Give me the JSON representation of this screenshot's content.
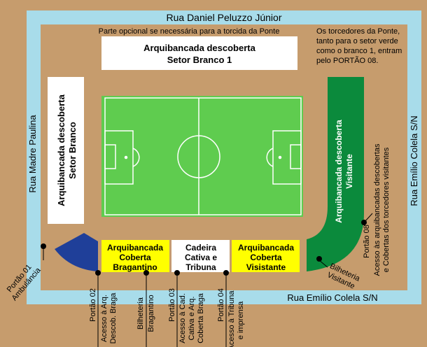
{
  "colors": {
    "background": "#c69c6d",
    "street": "#a8dcea",
    "pitch": "#5fcc4f",
    "green_stand": "#0b8a3c",
    "blue_stand": "#1f3f99",
    "yellow_stand": "#ffff00",
    "white_stand": "#ffffff"
  },
  "streets": {
    "top": "Rua Daniel Peluzzo Júnior",
    "left": "Rua Madre Paulina",
    "right": "Rua Emílio Colela S/N",
    "bottom": "Rua Emílio Colela S/N"
  },
  "notes": {
    "optional": "Parte opcional se necessária para a torcida da Ponte",
    "ponte": [
      "Os torcedores da Ponte,",
      "tanto para o setor verde",
      "como o branco 1, entram",
      "pelo PORTÃO 08."
    ]
  },
  "stands": {
    "top_white": [
      "Arquibancada descoberta",
      "Setor Branco 1"
    ],
    "left_white": [
      "Arquibancada descoberta",
      "Setor Branco"
    ],
    "right_green": [
      "Arquibancada descoberta",
      "Visitante"
    ],
    "yellow_left": [
      "Arquibancada",
      "Coberta",
      "Bragantino"
    ],
    "white_center": [
      "Cadeira",
      "Cativa e",
      "Tribuna"
    ],
    "yellow_right": [
      "Arquibancada",
      "Coberta",
      "Visistante"
    ]
  },
  "gates": {
    "portao01": [
      "Portão 01",
      "Ambulância"
    ],
    "portao02": [
      "Portão 02",
      "Acesso à Arq.",
      "Descob. Braga"
    ],
    "bilheteria_bragantino": [
      "Bilheteria",
      "Bragantino"
    ],
    "portao03": [
      "Portão 03",
      "Acesso à Cad.",
      "Cativa e Arq.",
      "Coberta Braga"
    ],
    "portao04": [
      "Portão 04",
      "Acesso à Tribuna",
      "e imprensa"
    ],
    "portao08": [
      "Portão 08",
      "Acesso às arquibancadas descobertas",
      "e Cobertas dos torcedores visitantes"
    ],
    "bilheteria_visitante": [
      "Bilheteria",
      "Visitante"
    ]
  }
}
